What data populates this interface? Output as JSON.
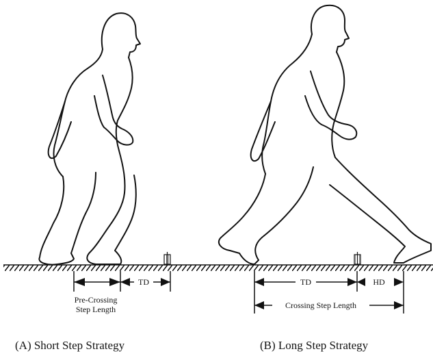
{
  "panel_a": {
    "caption": "(A) Short Step Strategy",
    "pre_crossing_line1": "Pre-Crossing",
    "pre_crossing_line2": "Step Length",
    "td_label": "TD"
  },
  "panel_b": {
    "caption": "(B) Long Step Strategy",
    "td_label": "TD",
    "hd_label": "HD",
    "crossing_label": "Crossing Step Length"
  }
}
